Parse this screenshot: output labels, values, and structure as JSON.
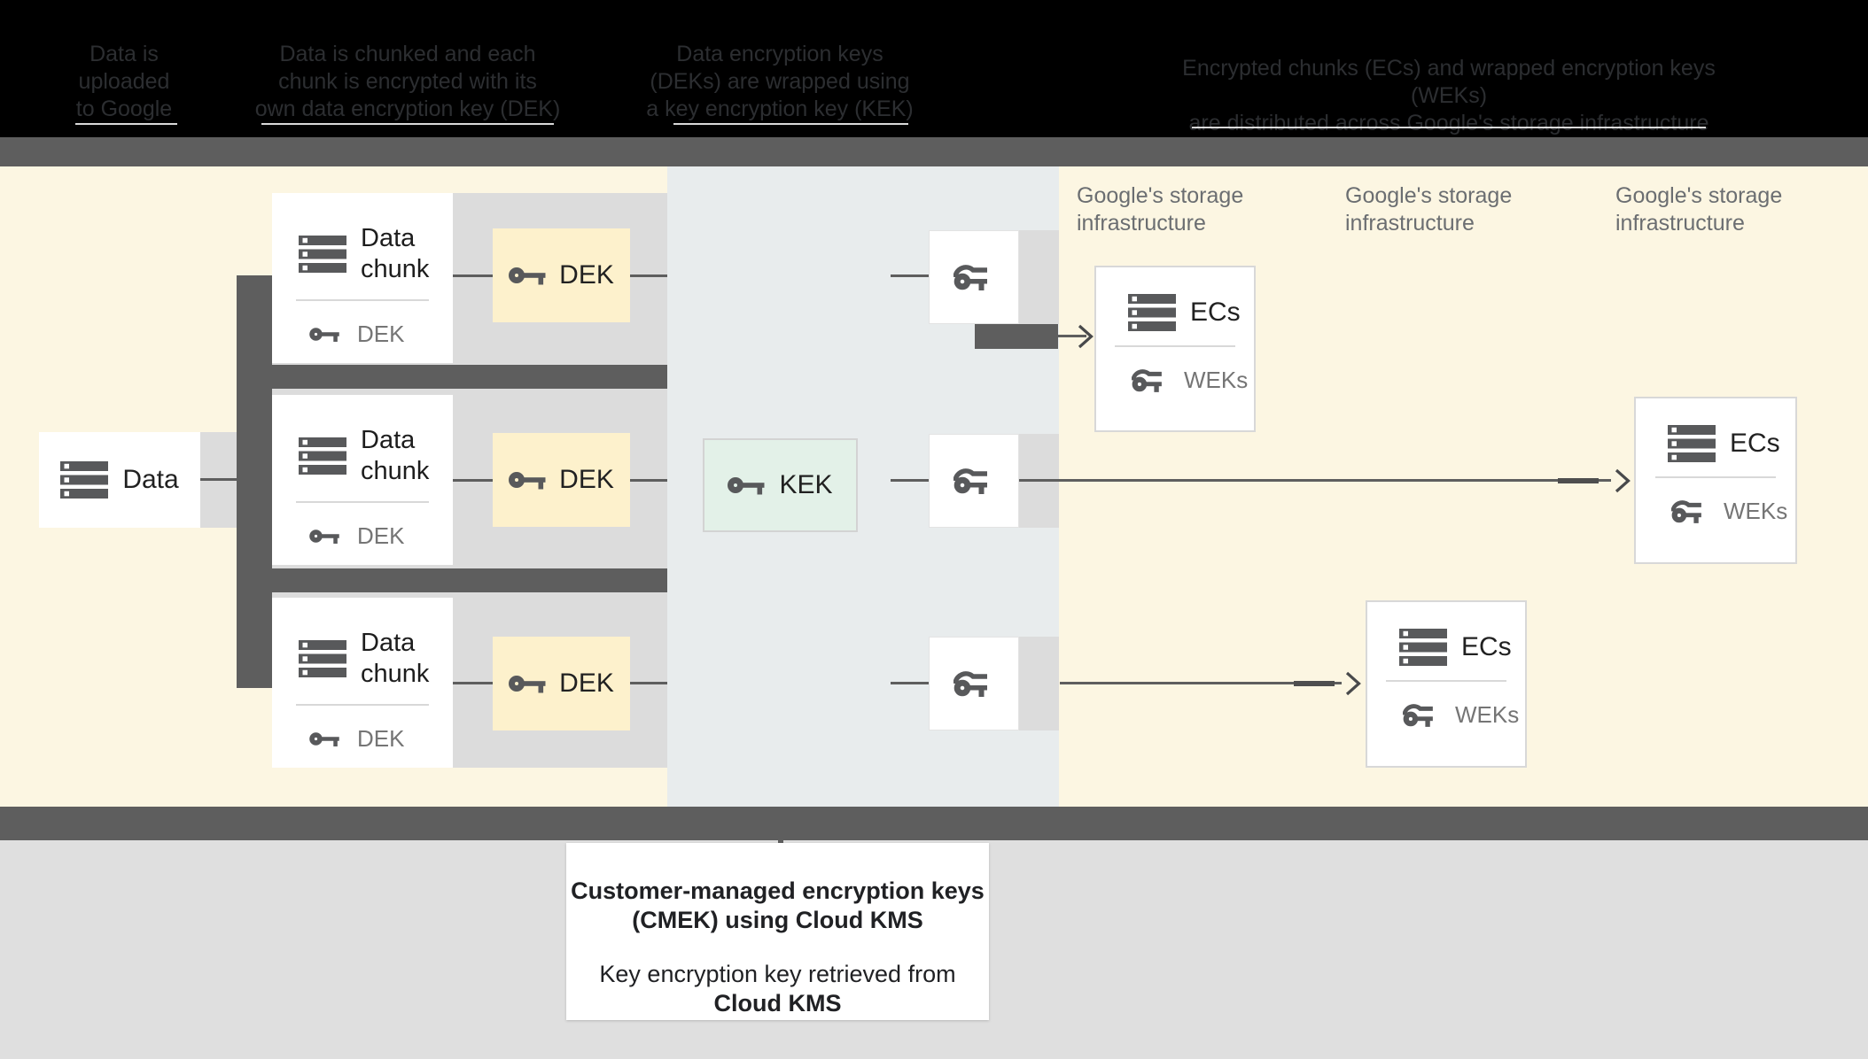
{
  "colors": {
    "header_bg": "#000000",
    "header_text": "#2c2e31",
    "band_dark": "#5e5e5e",
    "cream": "#fcf6e2",
    "kms_panel": "#e8eced",
    "row_gray": "#dcdcdc",
    "dek_yellow": "#fdf1cc",
    "kek_mint": "#e3f1e8",
    "bottom_gray": "#dfdfdf",
    "icon_gray": "#58595b",
    "muted_text": "#757575"
  },
  "header": {
    "steps": [
      {
        "lines": [
          "Data is",
          "uploaded",
          "to Google"
        ]
      },
      {
        "lines": [
          "Data is chunked and each",
          "chunk is encrypted with its",
          "own data encryption key (DEK)"
        ]
      },
      {
        "lines": [
          "Data encryption keys",
          "(DEKs) are wrapped using",
          "a key encryption key (KEK)"
        ]
      },
      {
        "lines": [
          "Encrypted chunks (ECs) and wrapped encryption keys (WEKs)",
          "are distributed across Google's storage infrastructure"
        ]
      }
    ]
  },
  "diagram": {
    "data_label": "Data",
    "chunks": [
      {
        "line1": "Data",
        "line2": "chunk",
        "key": "DEK"
      },
      {
        "line1": "Data",
        "line2": "chunk",
        "key": "DEK"
      },
      {
        "line1": "Data",
        "line2": "chunk",
        "key": "DEK"
      }
    ],
    "deks": [
      "DEK",
      "DEK",
      "DEK"
    ],
    "kek_label": "KEK",
    "storage_labels": [
      {
        "line1": "Google's storage",
        "line2": "infrastructure"
      },
      {
        "line1": "Google's storage",
        "line2": "infrastructure"
      },
      {
        "line1": "Google's storage",
        "line2": "infrastructure"
      }
    ],
    "ecs_boxes": [
      {
        "title": "ECs",
        "sub": "WEKs"
      },
      {
        "title": "ECs",
        "sub": "WEKs"
      },
      {
        "title": "ECs",
        "sub": "WEKs"
      }
    ]
  },
  "callout": {
    "line1": "Customer-managed encryption keys",
    "line2": "(CMEK) using Cloud KMS",
    "line3": "Key encryption key retrieved from",
    "line4": "Cloud KMS"
  }
}
